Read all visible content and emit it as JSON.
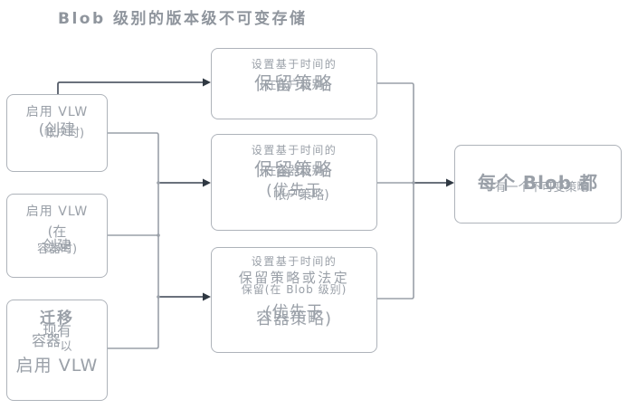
{
  "title": "Blob 级别的版本级不可变存储",
  "colors": {
    "background": "#ffffff",
    "box_border": "#aeb3ba",
    "text": "#9aa0a8",
    "edge": "#9aa0a8",
    "arrow_stem": "#555d69",
    "arrowhead": "#2f3842"
  },
  "nodes": {
    "enable_vlw_account": {
      "lines": [
        "启用 VLW",
        "(创建",
        "帐户时)"
      ]
    },
    "enable_vlw_container": {
      "lines": [
        "启用 VLW",
        "(在",
        "创建",
        "容器时)"
      ]
    },
    "migrate_existing_containers": {
      "lines": [
        "迁移",
        "现有",
        "容器",
        "以",
        "启用 VLW"
      ]
    },
    "retention_policy_account": {
      "lines": [
        "设置基于时间的",
        "保留策略",
        "(在帐户级别)"
      ]
    },
    "retention_policy_container": {
      "lines": [
        "设置基于时间的",
        "保留策略",
        "(在容器级别)",
        "(优先于",
        "帐户策略)"
      ]
    },
    "retention_policy_blob": {
      "lines": [
        "设置基于时间的",
        "保留策略或法定",
        "保留(在 Blob 级别)",
        "(优先于",
        "容器策略)"
      ]
    },
    "every_blob_immutable": {
      "lines": [
        "每个 Blob 都",
        "有一个不可变策略"
      ]
    }
  }
}
